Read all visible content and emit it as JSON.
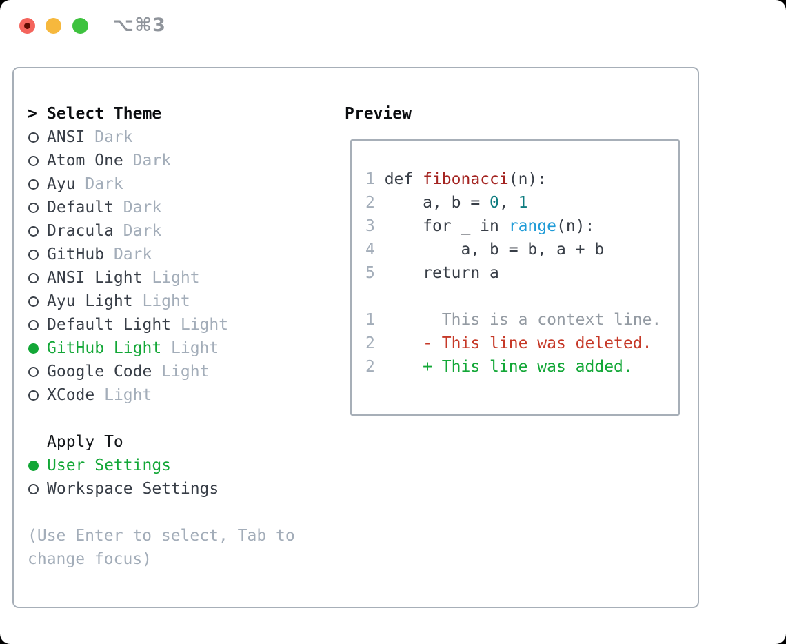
{
  "window": {
    "title_shortcut": "⌥⌘3"
  },
  "colors": {
    "accent_green": "#13a737",
    "deleted_red": "#c63928",
    "function_red": "#a42421",
    "number_teal": "#0f7d80",
    "builtin_blue": "#1f9bd7",
    "muted_gray": "#a3adb9",
    "text_dark": "#383e47",
    "traffic_red": "#f4645c",
    "traffic_yellow": "#f6b83d",
    "traffic_green": "#3ec23f"
  },
  "theme_menu": {
    "header_prompt": ">",
    "header_label": "Select Theme",
    "themes": [
      {
        "name": "ANSI",
        "tag": "Dark",
        "selected": false
      },
      {
        "name": "Atom One",
        "tag": "Dark",
        "selected": false
      },
      {
        "name": "Ayu",
        "tag": "Dark",
        "selected": false
      },
      {
        "name": "Default",
        "tag": "Dark",
        "selected": false
      },
      {
        "name": "Dracula",
        "tag": "Dark",
        "selected": false
      },
      {
        "name": "GitHub",
        "tag": "Dark",
        "selected": false
      },
      {
        "name": "ANSI Light",
        "tag": "Light",
        "selected": false
      },
      {
        "name": "Ayu Light",
        "tag": "Light",
        "selected": false
      },
      {
        "name": "Default Light",
        "tag": "Light",
        "selected": false
      },
      {
        "name": "GitHub Light",
        "tag": "Light",
        "selected": true
      },
      {
        "name": "Google Code",
        "tag": "Light",
        "selected": false
      },
      {
        "name": "XCode",
        "tag": "Light",
        "selected": false
      }
    ],
    "apply_to": {
      "label": "Apply To",
      "options": [
        {
          "name": "User Settings",
          "selected": true
        },
        {
          "name": "Workspace Settings",
          "selected": false
        }
      ]
    },
    "help_lines": [
      "(Use Enter to select, Tab to",
      "change focus)"
    ]
  },
  "preview": {
    "label": "Preview",
    "lines": [
      {
        "num": "1",
        "segments": [
          {
            "text": " def ",
            "color": "plain"
          },
          {
            "text": "fibonacci",
            "color": "function"
          },
          {
            "text": "(n):",
            "color": "plain"
          }
        ]
      },
      {
        "num": "2",
        "segments": [
          {
            "text": "     a, b = ",
            "color": "plain"
          },
          {
            "text": "0",
            "color": "number"
          },
          {
            "text": ", ",
            "color": "plain"
          },
          {
            "text": "1",
            "color": "number"
          }
        ]
      },
      {
        "num": "3",
        "segments": [
          {
            "text": "     for _ in ",
            "color": "plain"
          },
          {
            "text": "range",
            "color": "builtin"
          },
          {
            "text": "(n):",
            "color": "plain"
          }
        ]
      },
      {
        "num": "4",
        "segments": [
          {
            "text": "         a, b = b, a + b",
            "color": "plain"
          }
        ]
      },
      {
        "num": "5",
        "segments": [
          {
            "text": "     return a",
            "color": "plain"
          }
        ]
      },
      {
        "num": "",
        "segments": []
      },
      {
        "num": "1",
        "segments": [
          {
            "text": "       This is a context line.",
            "color": "context"
          }
        ]
      },
      {
        "num": "2",
        "segments": [
          {
            "text": "     - This line was deleted.",
            "color": "deleted"
          }
        ]
      },
      {
        "num": "2",
        "segments": [
          {
            "text": "     + This line was added.",
            "color": "added"
          }
        ]
      }
    ]
  }
}
